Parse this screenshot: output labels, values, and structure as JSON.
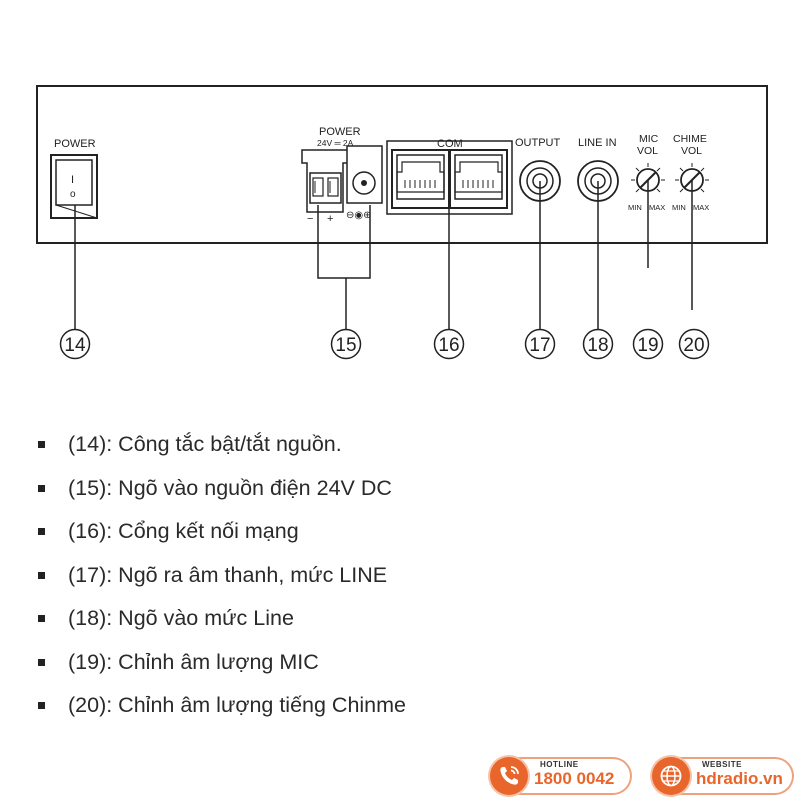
{
  "panel": {
    "power_switch_label": "POWER",
    "power_in_label": "POWER",
    "power_rating": "24V ═ 2A",
    "minus_sign": "−",
    "plus_sign": "+",
    "polarity_symbol": "⊖◉⊕",
    "com_label": "COM",
    "output_label": "OUTPUT",
    "line_in_label": "LINE IN",
    "mic_vol_label": [
      "MIC",
      "VOL"
    ],
    "chime_vol_label": [
      "CHIME",
      "VOL"
    ],
    "min_label": "MIN",
    "max_label": "MAX",
    "switch_on_mark": "I",
    "switch_off_mark": "o"
  },
  "callouts": [
    "14",
    "15",
    "16",
    "17",
    "18",
    "19",
    "20"
  ],
  "legend": [
    "(14): Công tắc bật/tắt nguồn.",
    "(15): Ngõ vào nguồn điện 24V DC",
    "(16): Cổng kết nối mạng",
    "(17): Ngõ ra âm thanh, mức LINE",
    "(18): Ngõ vào mức Line",
    "(19): Chỉnh âm lượng MIC",
    "(20): Chỉnh âm lượng tiếng Chinme"
  ],
  "footer": {
    "hotline_caption": "HOTLINE",
    "hotline_number": "1800 0042",
    "website_caption": "WEBSITE",
    "website_url": "hdradio.vn",
    "brand_color": "#e8662c"
  }
}
